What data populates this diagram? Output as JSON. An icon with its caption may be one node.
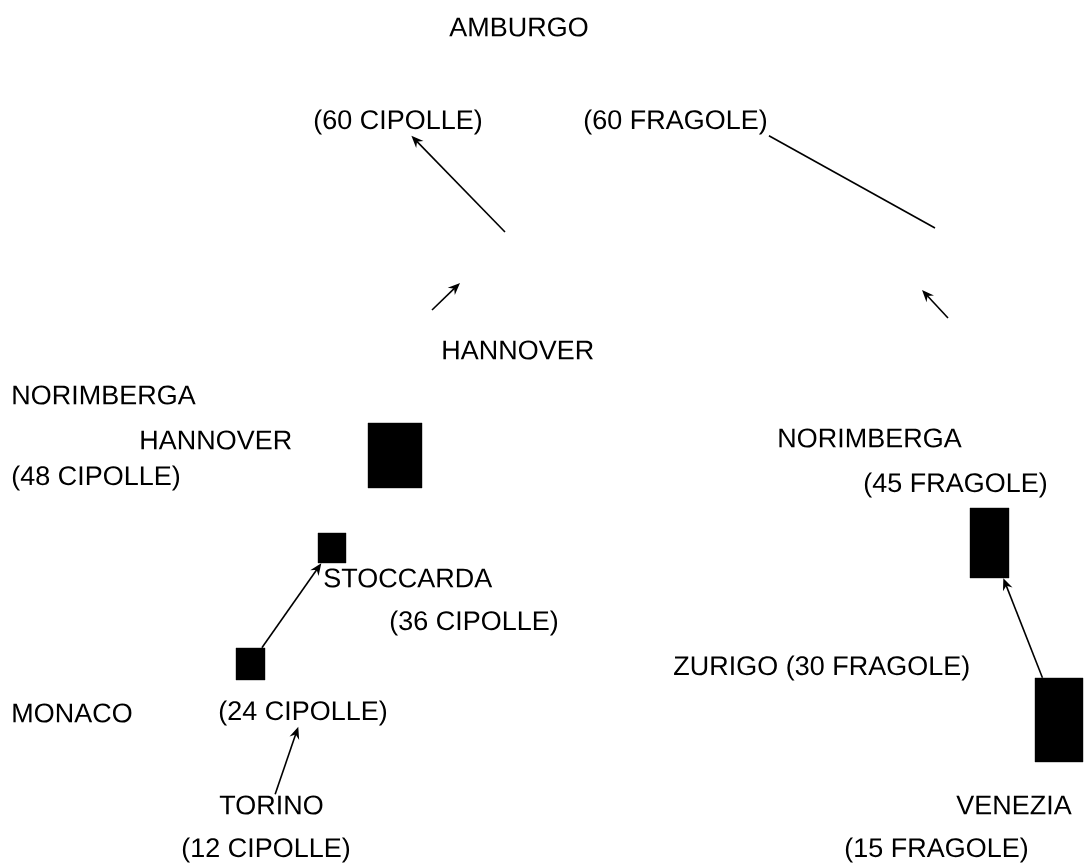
{
  "diagram": {
    "nodes": [
      {
        "text": [
          "(60 CIPOLLE)"
        ]
      },
      {
        "text": [
          "(60 FRAGOLE)"
        ]
      },
      {
        "text": [],
        "shape": "bar"
      },
      {
        "text": [],
        "shape": "bar"
      },
      {
        "text": [],
        "shape": "bar"
      },
      {
        "text": [],
        "shape": "bar"
      },
      {
        "text": [
          "(24 CIPOLLE)"
        ]
      },
      {
        "text": [],
        "shape": "bar"
      },
      {
        "text": [
          "TORINO"
        ]
      }
    ],
    "edges": [
      {
        "from": null,
        "to": 0,
        "arrow": "to"
      },
      {
        "from": 1,
        "to": null,
        "arrow": "none"
      },
      {
        "from": 5,
        "to": 3,
        "arrow": "to"
      },
      {
        "from": 8,
        "to": 6,
        "arrow": "to"
      },
      {
        "from": 7,
        "to": 4,
        "arrow": "to"
      }
    ],
    "labels": [
      "AMBURGO",
      "HANNOVER",
      "NORIMBERGA",
      "HANNOVER",
      "NORIMBERGA",
      "(48 CIPOLLE)",
      "(45 FRAGOLE)",
      "STOCCARDA",
      "(36 CIPOLLE)",
      "ZURIGO (30 FRAGOLE)",
      "MONACO",
      "VENEZIA",
      "(12 CIPOLLE)",
      "(15 FRAGOLE)"
    ]
  }
}
